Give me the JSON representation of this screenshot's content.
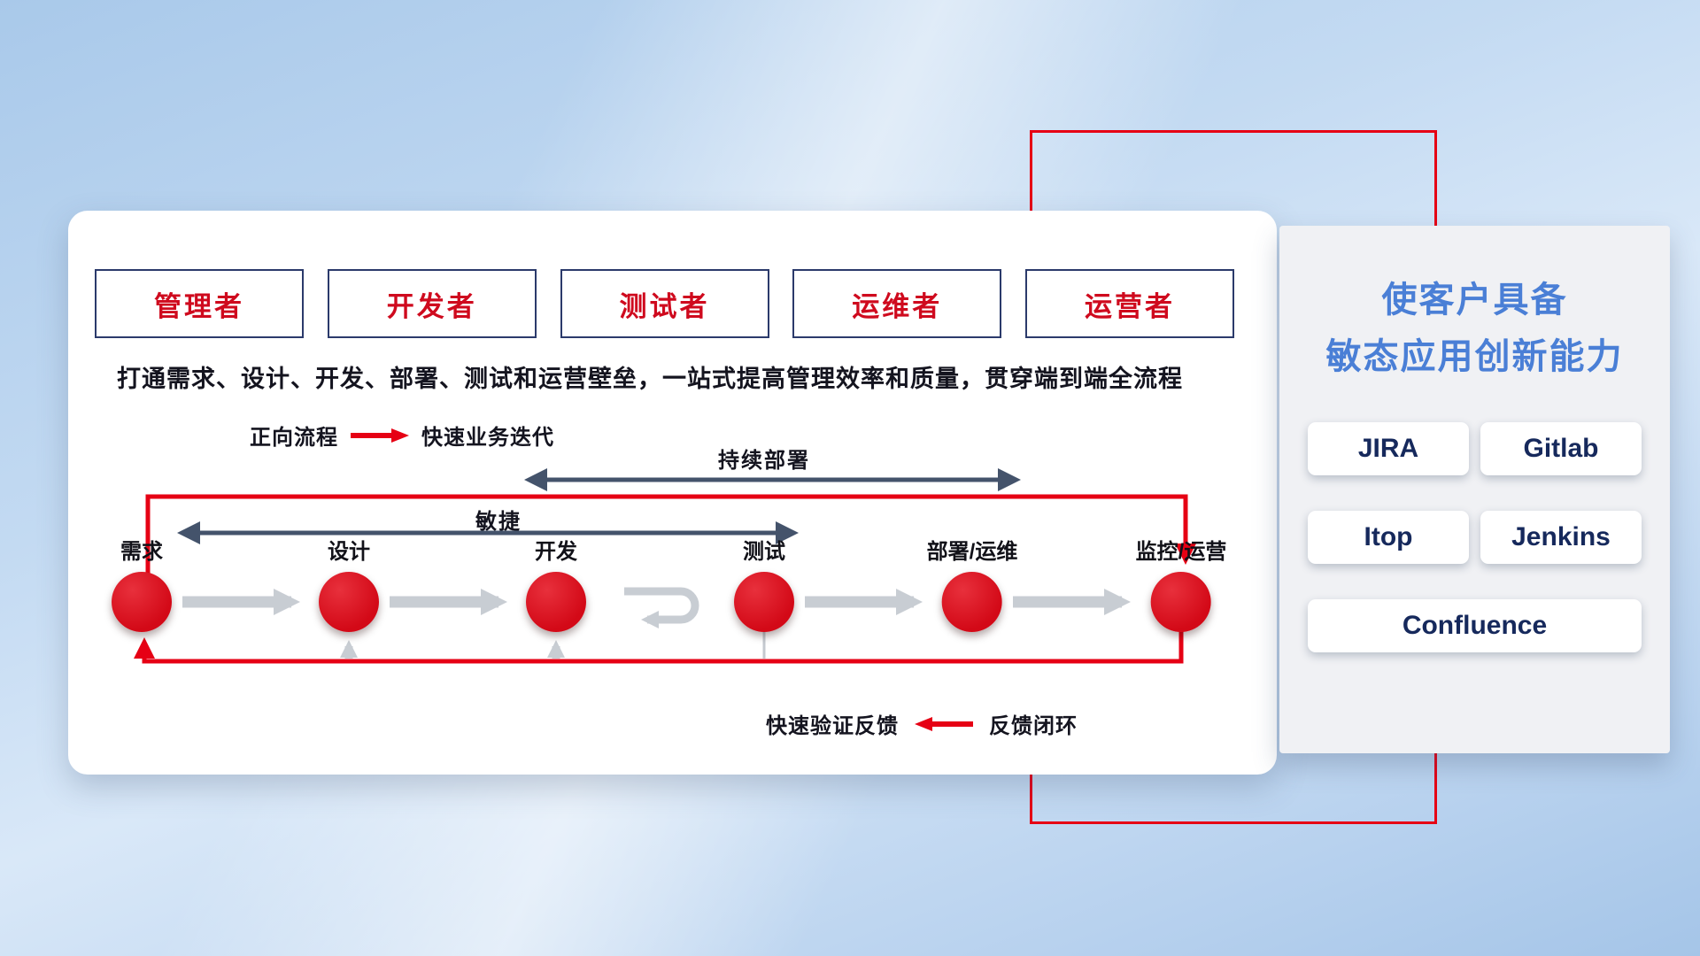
{
  "roles": [
    "管理者",
    "开发者",
    "测试者",
    "运维者",
    "运营者"
  ],
  "description": "打通需求、设计、开发、部署、测试和运营壁垒，一站式提高管理效率和质量，贯穿端到端全流程",
  "legend_forward": {
    "label": "正向流程",
    "value": "快速业务迭代"
  },
  "flow": {
    "stages": [
      "需求",
      "设计",
      "开发",
      "测试",
      "部署/运维",
      "监控/运营"
    ],
    "agile_label": "敏捷",
    "deploy_label": "持续部署"
  },
  "legend_feedback": {
    "label": "快速验证反馈",
    "value": "反馈闭环"
  },
  "right_panel": {
    "title_line1": "使客户具备",
    "title_line2": "敏态应用创新能力",
    "tools": [
      "JIRA",
      "Gitlab",
      "Itop",
      "Jenkins",
      "Confluence"
    ]
  },
  "colors": {
    "accent_red": "#e60014",
    "navy_border": "#2b3a6b",
    "title_blue": "#4a7fd6",
    "slate_arrow": "#44536b",
    "gray_arrow": "#c8cdd3"
  }
}
